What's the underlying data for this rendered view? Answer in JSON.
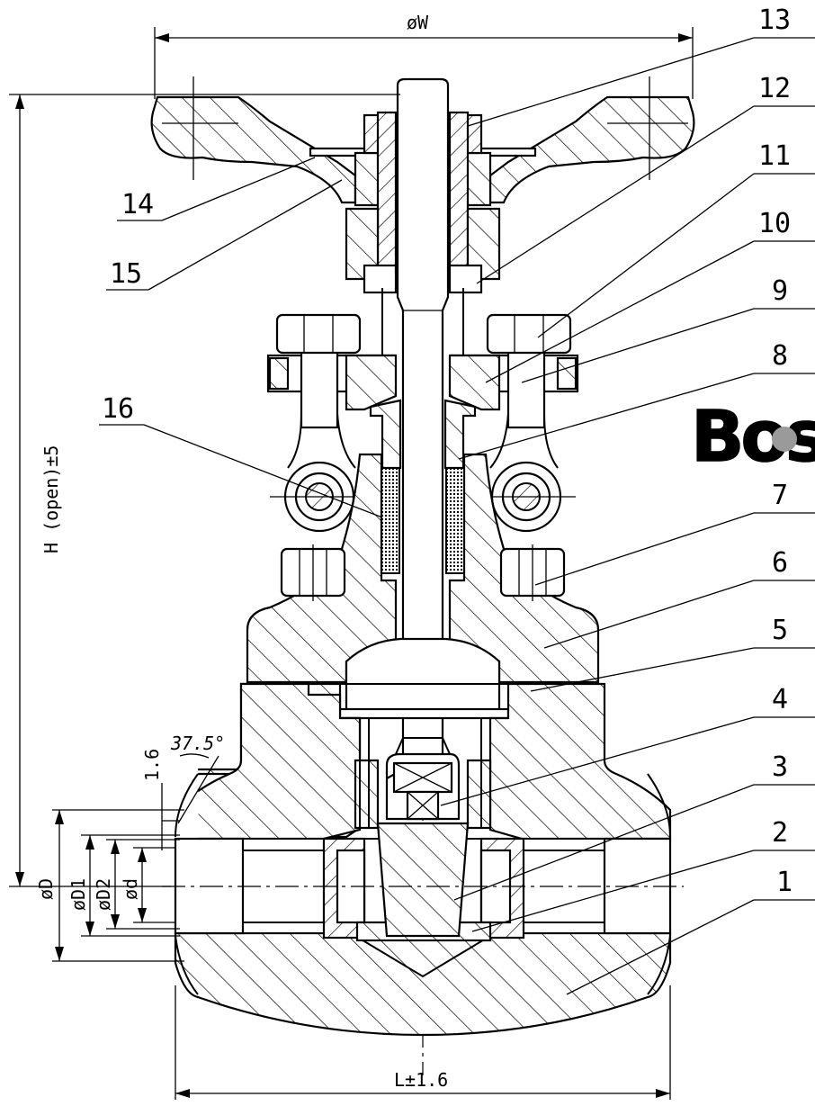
{
  "diagram": {
    "part_numbers": [
      "13",
      "12",
      "11",
      "10",
      "9",
      "8",
      "7",
      "6",
      "5",
      "4",
      "3",
      "2",
      "1",
      "14",
      "15",
      "16"
    ],
    "dimensions": {
      "handwheel_diameter": "øW",
      "height": "H (open)±5",
      "length": "L±1.6",
      "d_outer": "øD",
      "d1": "øD1",
      "d2": "øD2",
      "d_bore": "ød",
      "chamfer": "1.6",
      "angle": "37.5°"
    },
    "logo_text": "Bos",
    "colors": {
      "line": "#000000",
      "logo_red": "#e8212b",
      "logo_grey": "#9a9a9a"
    }
  }
}
